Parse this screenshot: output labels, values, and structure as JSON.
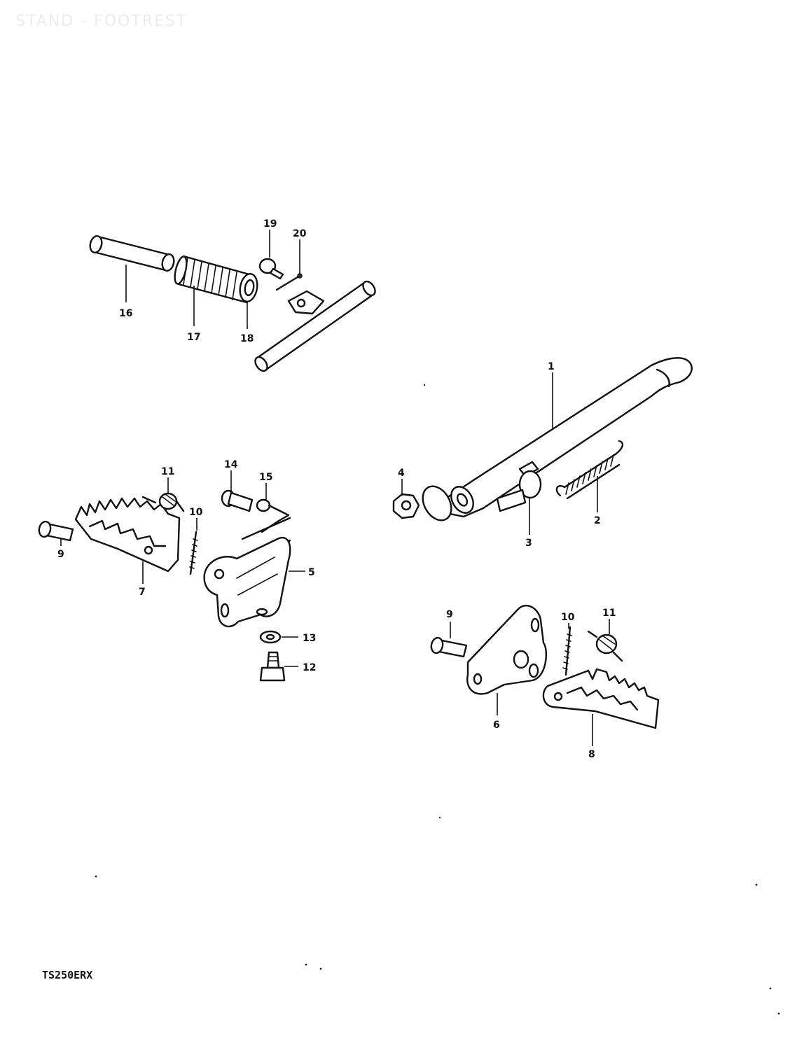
{
  "header": {
    "title": "STAND - FOOTREST"
  },
  "footer": {
    "model_code": "TS250ERX"
  },
  "callouts": [
    "1",
    "2",
    "3",
    "4",
    "5",
    "6",
    "7",
    "8",
    "9",
    "10",
    "11",
    "12",
    "13",
    "14",
    "15",
    "16",
    "17",
    "18",
    "19",
    "20"
  ],
  "ink_color": "#111111"
}
